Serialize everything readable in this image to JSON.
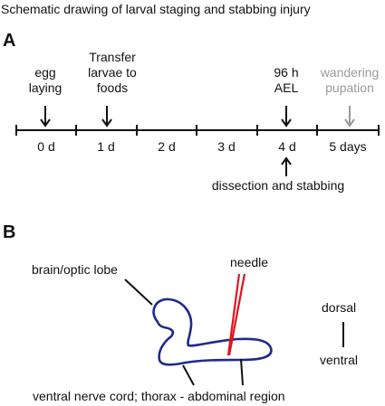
{
  "title": "Schematic drawing of larval staging and stabbing injury",
  "panel_a": {
    "letter": "A",
    "labels_above": {
      "egg_line1": "egg",
      "egg_line2": "laying",
      "transfer_line1": "Transfer",
      "transfer_line2": "larvae to",
      "transfer_line3": "foods",
      "aef_line1": "96 h",
      "aef_line2": "AEL",
      "wander_line1": "wandering",
      "wander_line2": "pupation"
    },
    "days": [
      "0 d",
      "1 d",
      "2 d",
      "3 d",
      "4 d",
      "5 days"
    ],
    "below_label": "dissection and stabbing",
    "colors": {
      "gray_label": "#9a9a9a"
    }
  },
  "panel_b": {
    "letter": "B",
    "brain_label": "brain/optic lobe",
    "needle_label": "needle",
    "dorsal_label": "dorsal",
    "ventral_label": "ventral",
    "vnc_label": "ventral nerve cord; thorax - abdominal region",
    "colors": {
      "cns_outline": "#1f2a8a",
      "needle": "#e0141c"
    }
  }
}
